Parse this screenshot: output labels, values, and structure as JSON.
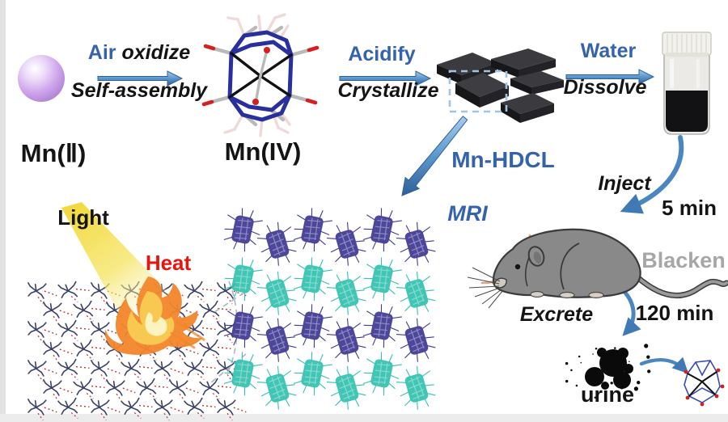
{
  "labels": {
    "mn2": "Mn(Ⅱ)",
    "mn4": "Mn(IV)",
    "air": "Air",
    "oxidize": "oxidize",
    "self_assembly": "Self-assembly",
    "acidify": "Acidify",
    "crystallize": "Crystallize",
    "water": "Water",
    "dissolve": "Dissolve",
    "mn_hdcl": "Mn-HDCL",
    "light": "Light",
    "heat": "Heat",
    "mri": "MRI",
    "inject": "Inject",
    "inject_time": "5 min",
    "blacken": "Blacken",
    "excrete": "Excrete",
    "excrete_time": "120 min",
    "urine": "urine"
  },
  "colors": {
    "accent_blue": "#3562ad",
    "arrow_blue": "#4a86c0",
    "arrow_dark_blue": "#2e6097",
    "heat_red": "#e8150f",
    "blacken_gray": "#a6a6a6",
    "sphere_purple": "#c9a0e8",
    "crystal_black": "#2e2e32",
    "packing_purple": "#403a94",
    "packing_teal": "#33c2b0",
    "lattice_navy": "#3b4066",
    "bond_red": "#cc3333",
    "flame_orange": "#f2862a",
    "flame_yellow": "#f8cb52",
    "light_beam_yellow": "#f2d83a",
    "mri_wave_tan": "#e2a47e",
    "mouse_gray": "#898989"
  }
}
